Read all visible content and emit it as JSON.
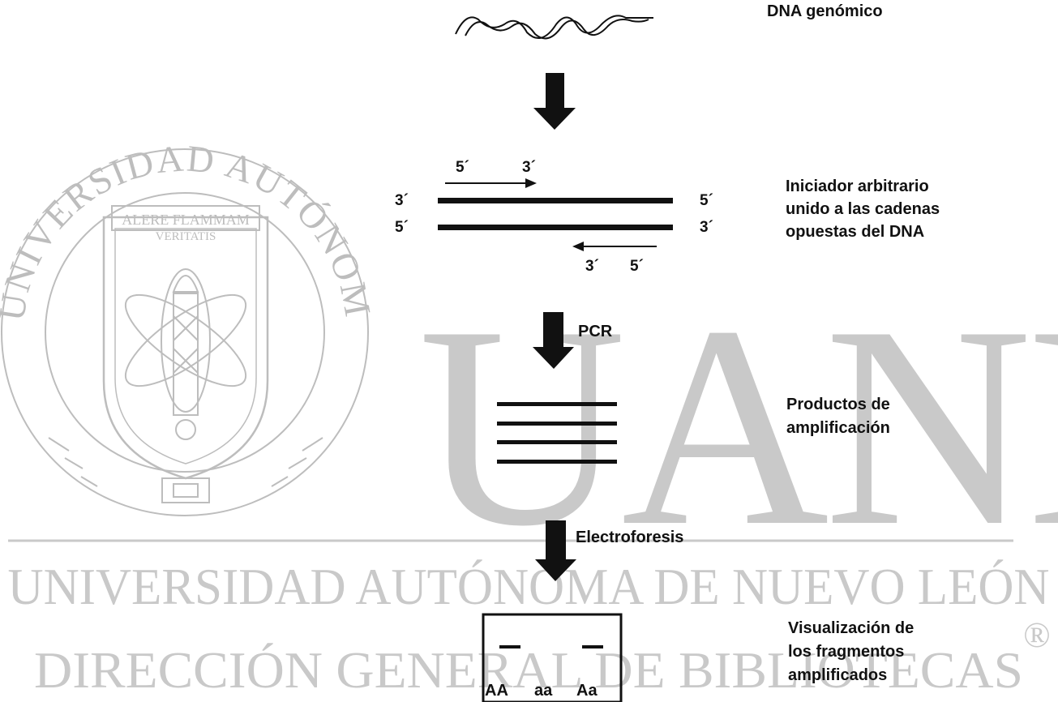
{
  "watermark": {
    "seal_arc": "UNIVERSIDAD AUTÓNOMA DE NUEVO LEÓN",
    "seal_motto_line1": "ALERE FLAMMAM",
    "seal_motto_line2": "VERITATIS",
    "big_letters": "UANL",
    "line1": "UNIVERSIDAD AUTÓNOMA DE NUEVO LEÓN",
    "line2": "DIRECCIÓN GENERAL DE BIBLIOTECAS",
    "registered": "®"
  },
  "steps": {
    "genomic": "DNA genómico",
    "primer_line1": "Iniciador arbitrario",
    "primer_line2": "unido a las cadenas",
    "primer_line3": "opuestas del DNA",
    "pcr": "PCR",
    "products_line1": "Productos de",
    "products_line2": "amplificación",
    "electro": "Electroforesis",
    "visual_line1": "Visualización de",
    "visual_line2": "los fragmentos",
    "visual_line3": "amplificados"
  },
  "strand_ends": {
    "top_primer_left": "5´",
    "top_primer_right": "3´",
    "upper_left": "3´",
    "upper_right": "5´",
    "lower_left": "5´",
    "lower_right": "3´",
    "bottom_primer_left": "3´",
    "bottom_primer_right": "5´"
  },
  "gel_lanes": [
    "AA",
    "aa",
    "Aa"
  ],
  "colors": {
    "ink": "#111111",
    "watermark": "#c9c9c9"
  }
}
